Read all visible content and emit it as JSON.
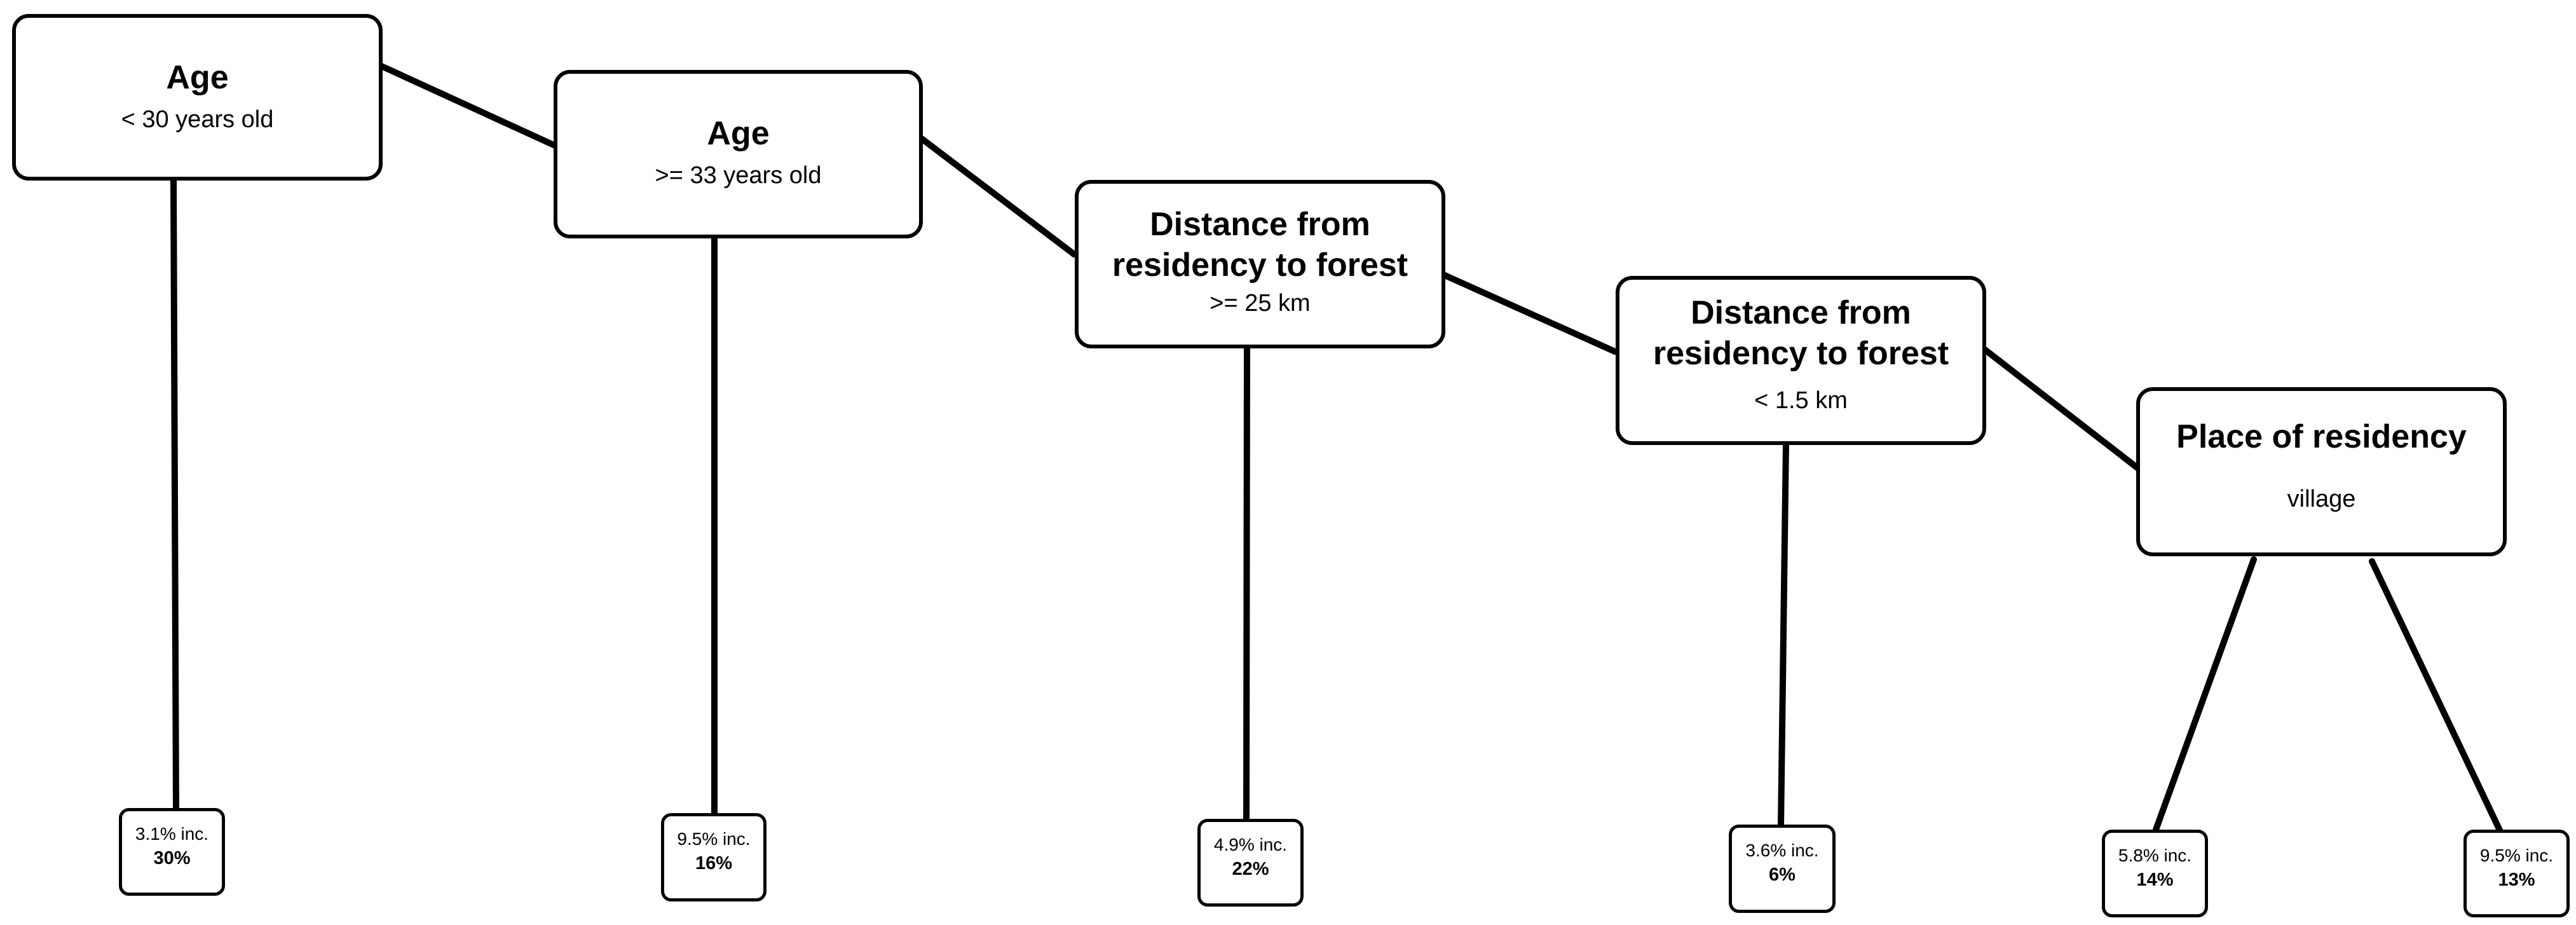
{
  "nodes": [
    {
      "title": "Age",
      "condition": "< 30 years old"
    },
    {
      "title": "Age",
      "condition": ">= 33 years old"
    },
    {
      "title": "Distance from residency to forest",
      "condition": ">= 25 km"
    },
    {
      "title": "Distance from residency to forest",
      "condition": "< 1.5 km"
    },
    {
      "title": "Place of residency",
      "condition": "village"
    }
  ],
  "leaves": [
    {
      "incidence": "3.1% inc.",
      "share": "30%"
    },
    {
      "incidence": "9.5% inc.",
      "share": "16%"
    },
    {
      "incidence": "4.9% inc.",
      "share": "22%"
    },
    {
      "incidence": "3.6% inc.",
      "share": "6%"
    },
    {
      "incidence": "5.8% inc.",
      "share": "14%"
    },
    {
      "incidence": "9.5% inc.",
      "share": "13%"
    }
  ]
}
